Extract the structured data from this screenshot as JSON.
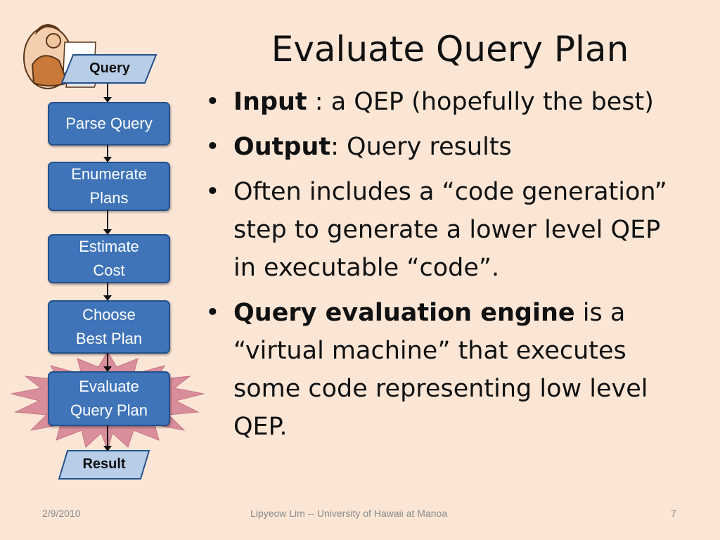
{
  "slide": {
    "title": "Evaluate Query Plan",
    "bullets": [
      {
        "bold": "Input",
        "text": " : a QEP (hopefully the best)"
      },
      {
        "bold": "Output",
        "text": ": Query results"
      },
      {
        "bold": "",
        "text": "Often includes a “code generation” step to generate a lower level QEP in executable “code”."
      },
      {
        "bold": "Query evaluation engine",
        "text": " is a “virtual machine” that executes some code representing low level QEP."
      }
    ]
  },
  "flowchart": {
    "input": "Query",
    "steps": [
      {
        "line1": "Parse Query",
        "line2": ""
      },
      {
        "line1": "Enumerate",
        "line2": "Plans"
      },
      {
        "line1": "Estimate",
        "line2": "Cost"
      },
      {
        "line1": "Choose",
        "line2": "Best Plan"
      },
      {
        "line1": "Evaluate",
        "line2": "Query Plan"
      }
    ],
    "output": "Result",
    "highlight_color": "#d98a98"
  },
  "footer": {
    "date": "2/9/2010",
    "author": "Lipyeow Lim -- University of Hawaii at Manoa",
    "page": "7"
  },
  "colors": {
    "background": "#fbe6d6",
    "step_fill": "#3f74b8",
    "io_fill": "#b8cde8"
  }
}
